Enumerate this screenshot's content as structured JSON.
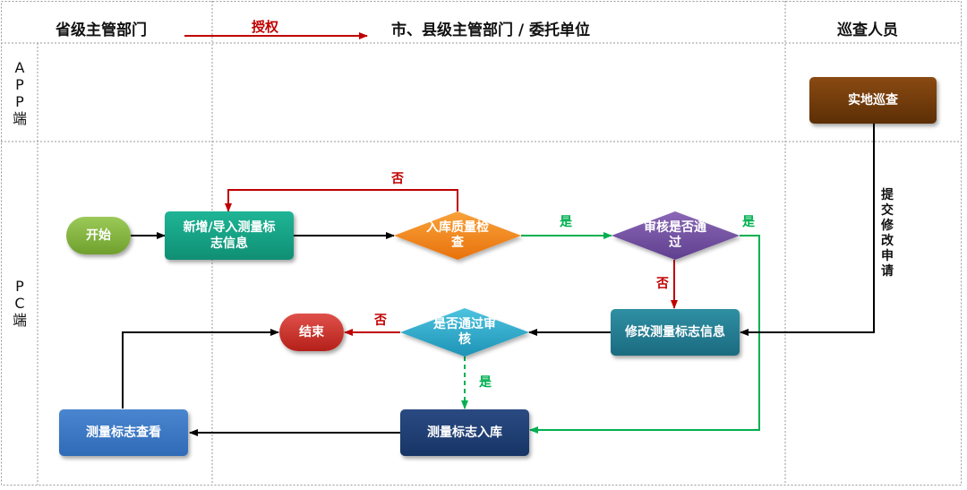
{
  "header": {
    "province": "省级主管部门",
    "authorize": "授权",
    "city": "市、县级主管部门 / 委托单位",
    "inspector": "巡查人员"
  },
  "lanes": {
    "app": "A P P 端",
    "pc": "P C 端"
  },
  "nodes": {
    "field_inspection": "实地巡查",
    "start": "开始",
    "add_import": "新增/导入测量标志信息",
    "quality_check": "入库质量检查",
    "review_pass": "审核是否通过",
    "modify": "修改测量标志信息",
    "end": "结束",
    "pass_review": "是否通过审核",
    "archive": "测量标志入库",
    "view": "测量标志查看"
  },
  "labels": {
    "no_top": "否",
    "yes_qc": "是",
    "yes_right": "是",
    "no_review": "否",
    "no_end": "否",
    "yes_down": "是",
    "submit": "提交修改申请"
  },
  "colors": {
    "red": "#c00000",
    "green": "#00b050",
    "black": "#000000"
  }
}
